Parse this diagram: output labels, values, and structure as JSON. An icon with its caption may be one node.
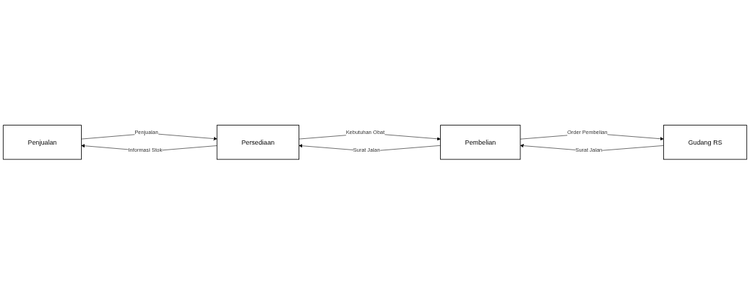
{
  "diagram": {
    "nodes": [
      {
        "text": [
          "Penjualan"
        ]
      },
      {
        "text": [
          "Persediaan"
        ]
      },
      {
        "text": [
          "Pembelian"
        ]
      },
      {
        "text": [
          "Gudang RS"
        ]
      }
    ],
    "edges": [
      {
        "from": 0,
        "to": 1,
        "arrow": "to",
        "label": "Penjualan"
      },
      {
        "from": 1,
        "to": 0,
        "arrow": "to",
        "label": "Informasi Stok"
      },
      {
        "from": 1,
        "to": 2,
        "arrow": "to",
        "label": "Kebutuhan Obat"
      },
      {
        "from": 2,
        "to": 3,
        "arrow": "to",
        "label": "Order Pembelian"
      },
      {
        "from": 3,
        "to": 2,
        "arrow": "to",
        "label": "Surat Jalan"
      },
      {
        "from": 2,
        "to": 1,
        "arrow": "to",
        "label": "Surat Jalan"
      }
    ]
  }
}
